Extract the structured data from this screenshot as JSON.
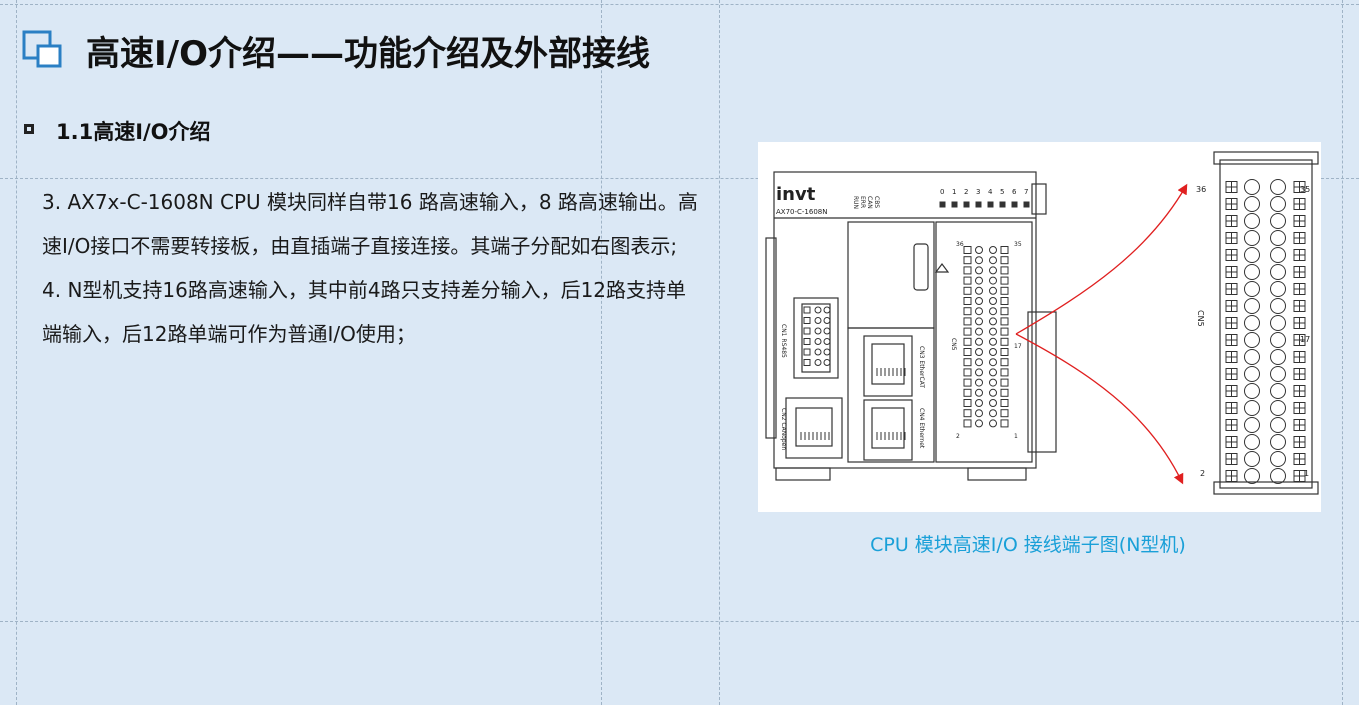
{
  "page": {
    "title": "高速I/O介绍——功能介绍及外部接线",
    "section_heading": "1.1高速I/O介绍",
    "paragraphs": [
      "3.  AX7x-C-1608N  CPU 模块同样自带16  路高速输入，8  路高速输出。高速I/O接口不需要转接板，由直插端子直接连接。其端子分配如右图表示;",
      "4.  N型机支持16路高速输入，其中前4路只支持差分输入，后12路支持单端输入，后12路单端可作为普通I/O使用；"
    ]
  },
  "figure": {
    "caption": "CPU  模块高速I/O  接线端子图(N型机)",
    "brand": "invt",
    "model": "AX70-C-1608N",
    "status_labels": [
      "RUN",
      "ERR",
      "CAN",
      "CBS"
    ],
    "top_numbers": [
      "0",
      "1",
      "2",
      "3",
      "4",
      "5",
      "6",
      "7"
    ],
    "port_labels": [
      "CN1 RS485",
      "CN2 CANopen",
      "CN3 EtherCAT",
      "CN4 Ethernet",
      "CN5"
    ],
    "terminal_numbers": {
      "top_left": "36",
      "top_right": "35",
      "mid": "17",
      "bottom_left": "2",
      "bottom_right": "1"
    },
    "terminal_label": "CN5"
  },
  "colors": {
    "background": "#dbe8f5",
    "caption": "#1aa0d8",
    "arrow": "#e02020",
    "icon": "#2a7fc4"
  }
}
